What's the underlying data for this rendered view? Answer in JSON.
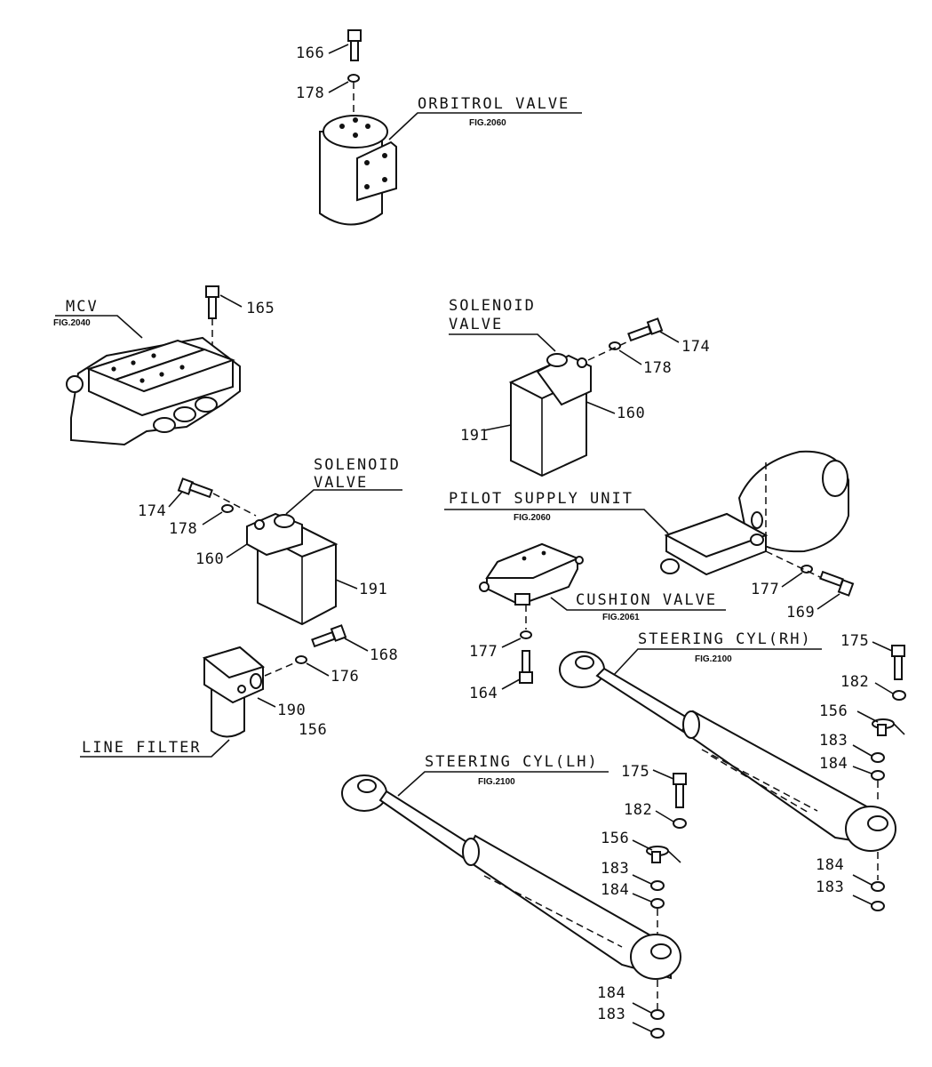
{
  "components": {
    "orbitrol": {
      "title": "ORBITROL VALVE",
      "fig": "FIG.2060"
    },
    "mcv": {
      "title": "MCV",
      "fig": "FIG.2040"
    },
    "solenoid_top": {
      "title_line1": "SOLENOID",
      "title_line2": "VALVE"
    },
    "solenoid_left": {
      "title_line1": "SOLENOID",
      "title_line2": "VALVE"
    },
    "pilot_supply": {
      "title": "PILOT SUPPLY UNIT",
      "fig": "FIG.2060"
    },
    "cushion_valve": {
      "title": "CUSHION VALVE",
      "fig": "FIG.2061"
    },
    "line_filter": {
      "title": "LINE FILTER"
    },
    "steering_rh": {
      "title": "STEERING CYL(RH)",
      "fig": "FIG.2100"
    },
    "steering_lh": {
      "title": "STEERING CYL(LH)",
      "fig": "FIG.2100"
    }
  },
  "part_numbers": {
    "p166": "166",
    "p178a": "178",
    "p165": "165",
    "p174a": "174",
    "p178b": "178",
    "p160a": "160",
    "p191a": "191",
    "p174b": "174",
    "p178c": "178",
    "p160b": "160",
    "p191b": "191",
    "p168": "168",
    "p176": "176",
    "p190": "190",
    "p156a": "156",
    "p177a": "177",
    "p169": "169",
    "p177b": "177",
    "p164": "164",
    "p175a": "175",
    "p182a": "182",
    "p156b": "156",
    "p183a": "183",
    "p184a": "184",
    "p184b": "184",
    "p183b": "183",
    "p175b": "175",
    "p182b": "182",
    "p156c": "156",
    "p183c": "183",
    "p184c": "184",
    "p184d": "184",
    "p183d": "183"
  }
}
